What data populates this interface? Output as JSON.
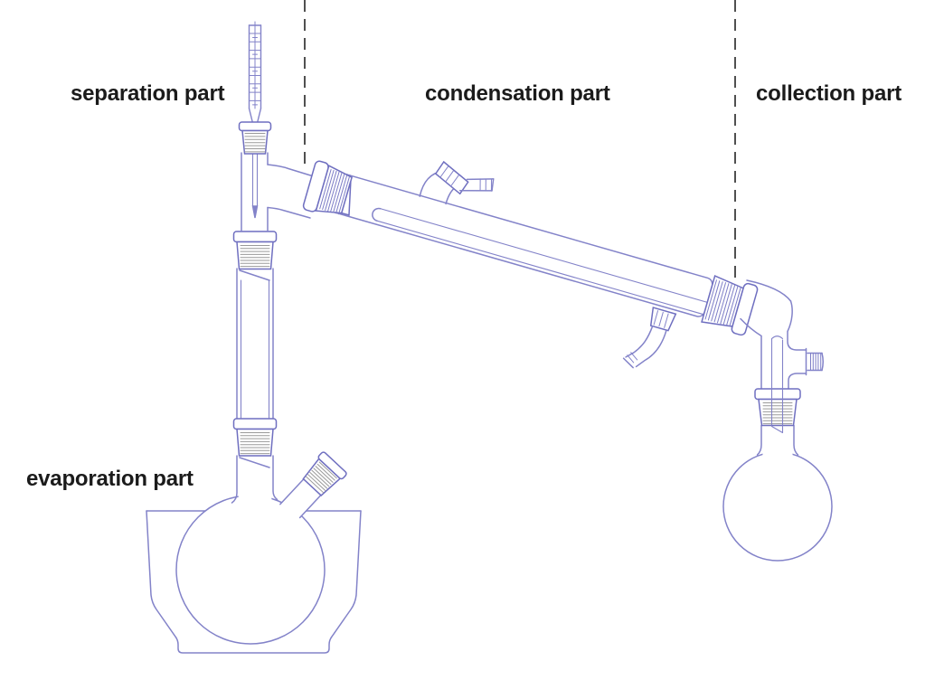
{
  "diagram": {
    "labels": {
      "separation": "separation part",
      "condensation": "condensation part",
      "collection": "collection part",
      "evaporation": "evaporation part"
    },
    "colors": {
      "background": "#ffffff",
      "glass_stroke": "#8383c9",
      "joint_outline": "#6f6fc0",
      "cone_hatch": "#7d7dc6",
      "socket_hatch": "#9a9a9a",
      "divider_dash": "#3d3d3d",
      "label_text": "#1b1b1b"
    },
    "components": [
      "thermometer",
      "thermometer-adapter",
      "still-head",
      "fractionating-column",
      "two-neck-evaporation-flask",
      "heating-mantle",
      "condenser",
      "condenser-water-ports",
      "vacuum-takeoff-adapter",
      "collection-flask"
    ]
  }
}
